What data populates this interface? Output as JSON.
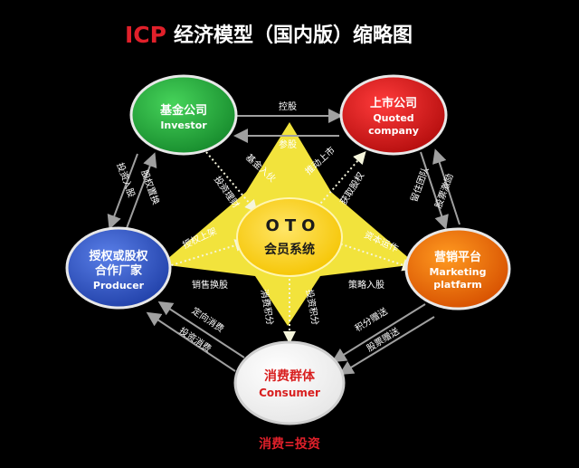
{
  "title": {
    "prefix": "ICP",
    "main": "经济模型（国内版）缩略图"
  },
  "center": {
    "line1": "OTO",
    "line2": "会员系统"
  },
  "nodes": {
    "investor": {
      "cn": "基金公司",
      "en": "Investor",
      "color": "#1fa83a"
    },
    "quoted": {
      "cn": "上市公司",
      "en1": "Quoted",
      "en2": "company",
      "color": "#e01818"
    },
    "producer": {
      "cn1": "授权或股权",
      "cn2": "合作厂家",
      "en": "Producer",
      "color": "#2f55c9"
    },
    "marketing": {
      "cn": "营销平台",
      "en1": "Marketing",
      "en2": "platfarm",
      "color": "#f06a00"
    },
    "consumer": {
      "cn": "消费群体",
      "en": "Consumer",
      "color": "#ffffff",
      "text_color": "#d81e1e"
    }
  },
  "edges": {
    "kong_gu": "控股",
    "can_gu": "参股",
    "tou_zi_ru_gu": "投资入股",
    "gu_quan_zhi_huan": "股权置换",
    "liu_zhu_tuan_dui": "留住团队",
    "gu_piao_ji_li": "股票激励",
    "ding_xiang_xiao_fei": "定向消费",
    "tou_zi_xiao_fei": "投资消费",
    "ji_fen_zeng_song": "积分赠送",
    "gu_piao_zeng_song": "股票赠送",
    "ji_jin_ru_huo": "基金入伙",
    "tou_zi_li_cai": "投资理财",
    "tui_dong_shang_shi": "推动上市",
    "huo_qu_gu_quan": "获取股权",
    "shou_quan_shang_jia": "授权上架",
    "xiao_shou_huan_gu": "销售换股",
    "zi_ben_yun_zuo": "资本运作",
    "ce_lue_ru_gu": "策略入股",
    "xiao_fei_ji_fen": "消费积分",
    "tou_zi_ji_fen": "投资积分"
  },
  "slogan": "消费=投资",
  "colors": {
    "background": "#000000",
    "star": "#f2e33c",
    "arrow": "#8a8a8a",
    "dotted": "#f5f5dc"
  }
}
